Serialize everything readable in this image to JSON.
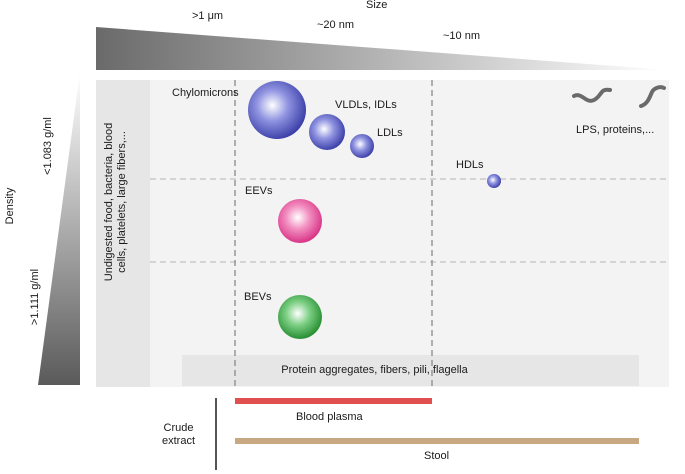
{
  "size_axis": {
    "title": "Size",
    "tick_left": ">1 μm",
    "tick_mid": "~20 nm",
    "tick_right": "~10 nm"
  },
  "density_axis": {
    "title": "Density",
    "tick_low": "<1.083 g/ml",
    "tick_high": ">1.111 g/ml"
  },
  "left_band": {
    "label": "Undigested food, bacteria, blood cells, platelets, large fibers,..."
  },
  "particles": {
    "chylomicrons": "Chylomicrons",
    "vldl_idl": "VLDLs, IDLs",
    "ldl": "LDLs",
    "hdl": "HDLs",
    "eev": "EEVs",
    "bev": "BEVs",
    "lps": "LPS, proteins,..."
  },
  "bottom_band": {
    "label": "Protein aggregates, fibers, pili, flagella"
  },
  "extracts": {
    "title": "Crude extract",
    "title_line1": "Crude",
    "title_line2": "extract",
    "blood_plasma": "Blood plasma",
    "stool": "Stool"
  },
  "colors": {
    "lipoprotein": "#4a4fb5",
    "eev": "#e0408e",
    "bev": "#2f9a3a",
    "plasma_bar": "#e05050",
    "stool_bar": "#c8a882",
    "panel_bg": "#f3f3f3",
    "band_bg": "#e6e6e6",
    "dashed": "#999999"
  },
  "icons": [
    "lps-squiggle-icon",
    "protein-squiggle-icon"
  ]
}
